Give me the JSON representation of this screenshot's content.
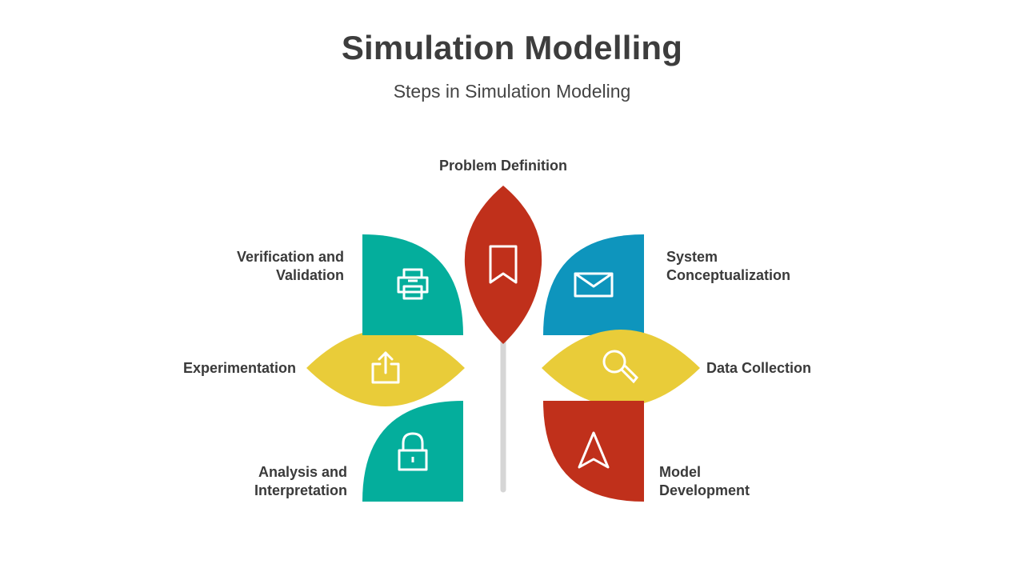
{
  "header": {
    "title": "Simulation Modelling",
    "subtitle": "Steps in Simulation Modeling"
  },
  "colors": {
    "red": "#c0301b",
    "teal": "#04ae9c",
    "blue": "#0e95bd",
    "yellow": "#e9cc39",
    "stem": "#d6d6d6"
  },
  "steps": [
    {
      "label": "Problem Definition",
      "color": "red",
      "icon": "bookmark-icon"
    },
    {
      "label_lines": [
        "System",
        "Conceptualization"
      ],
      "color": "blue",
      "icon": "envelope-icon"
    },
    {
      "label": "Data Collection",
      "color": "yellow",
      "icon": "magnifier-icon"
    },
    {
      "label_lines": [
        "Model",
        "Development"
      ],
      "color": "red",
      "icon": "navigation-arrow-icon"
    },
    {
      "label_lines": [
        "Analysis and",
        "Interpretation"
      ],
      "color": "teal",
      "icon": "padlock-icon"
    },
    {
      "label": "Experimentation",
      "color": "yellow",
      "icon": "share-upload-icon"
    },
    {
      "label_lines": [
        "Verification and",
        "Validation"
      ],
      "color": "teal",
      "icon": "printer-icon"
    }
  ]
}
